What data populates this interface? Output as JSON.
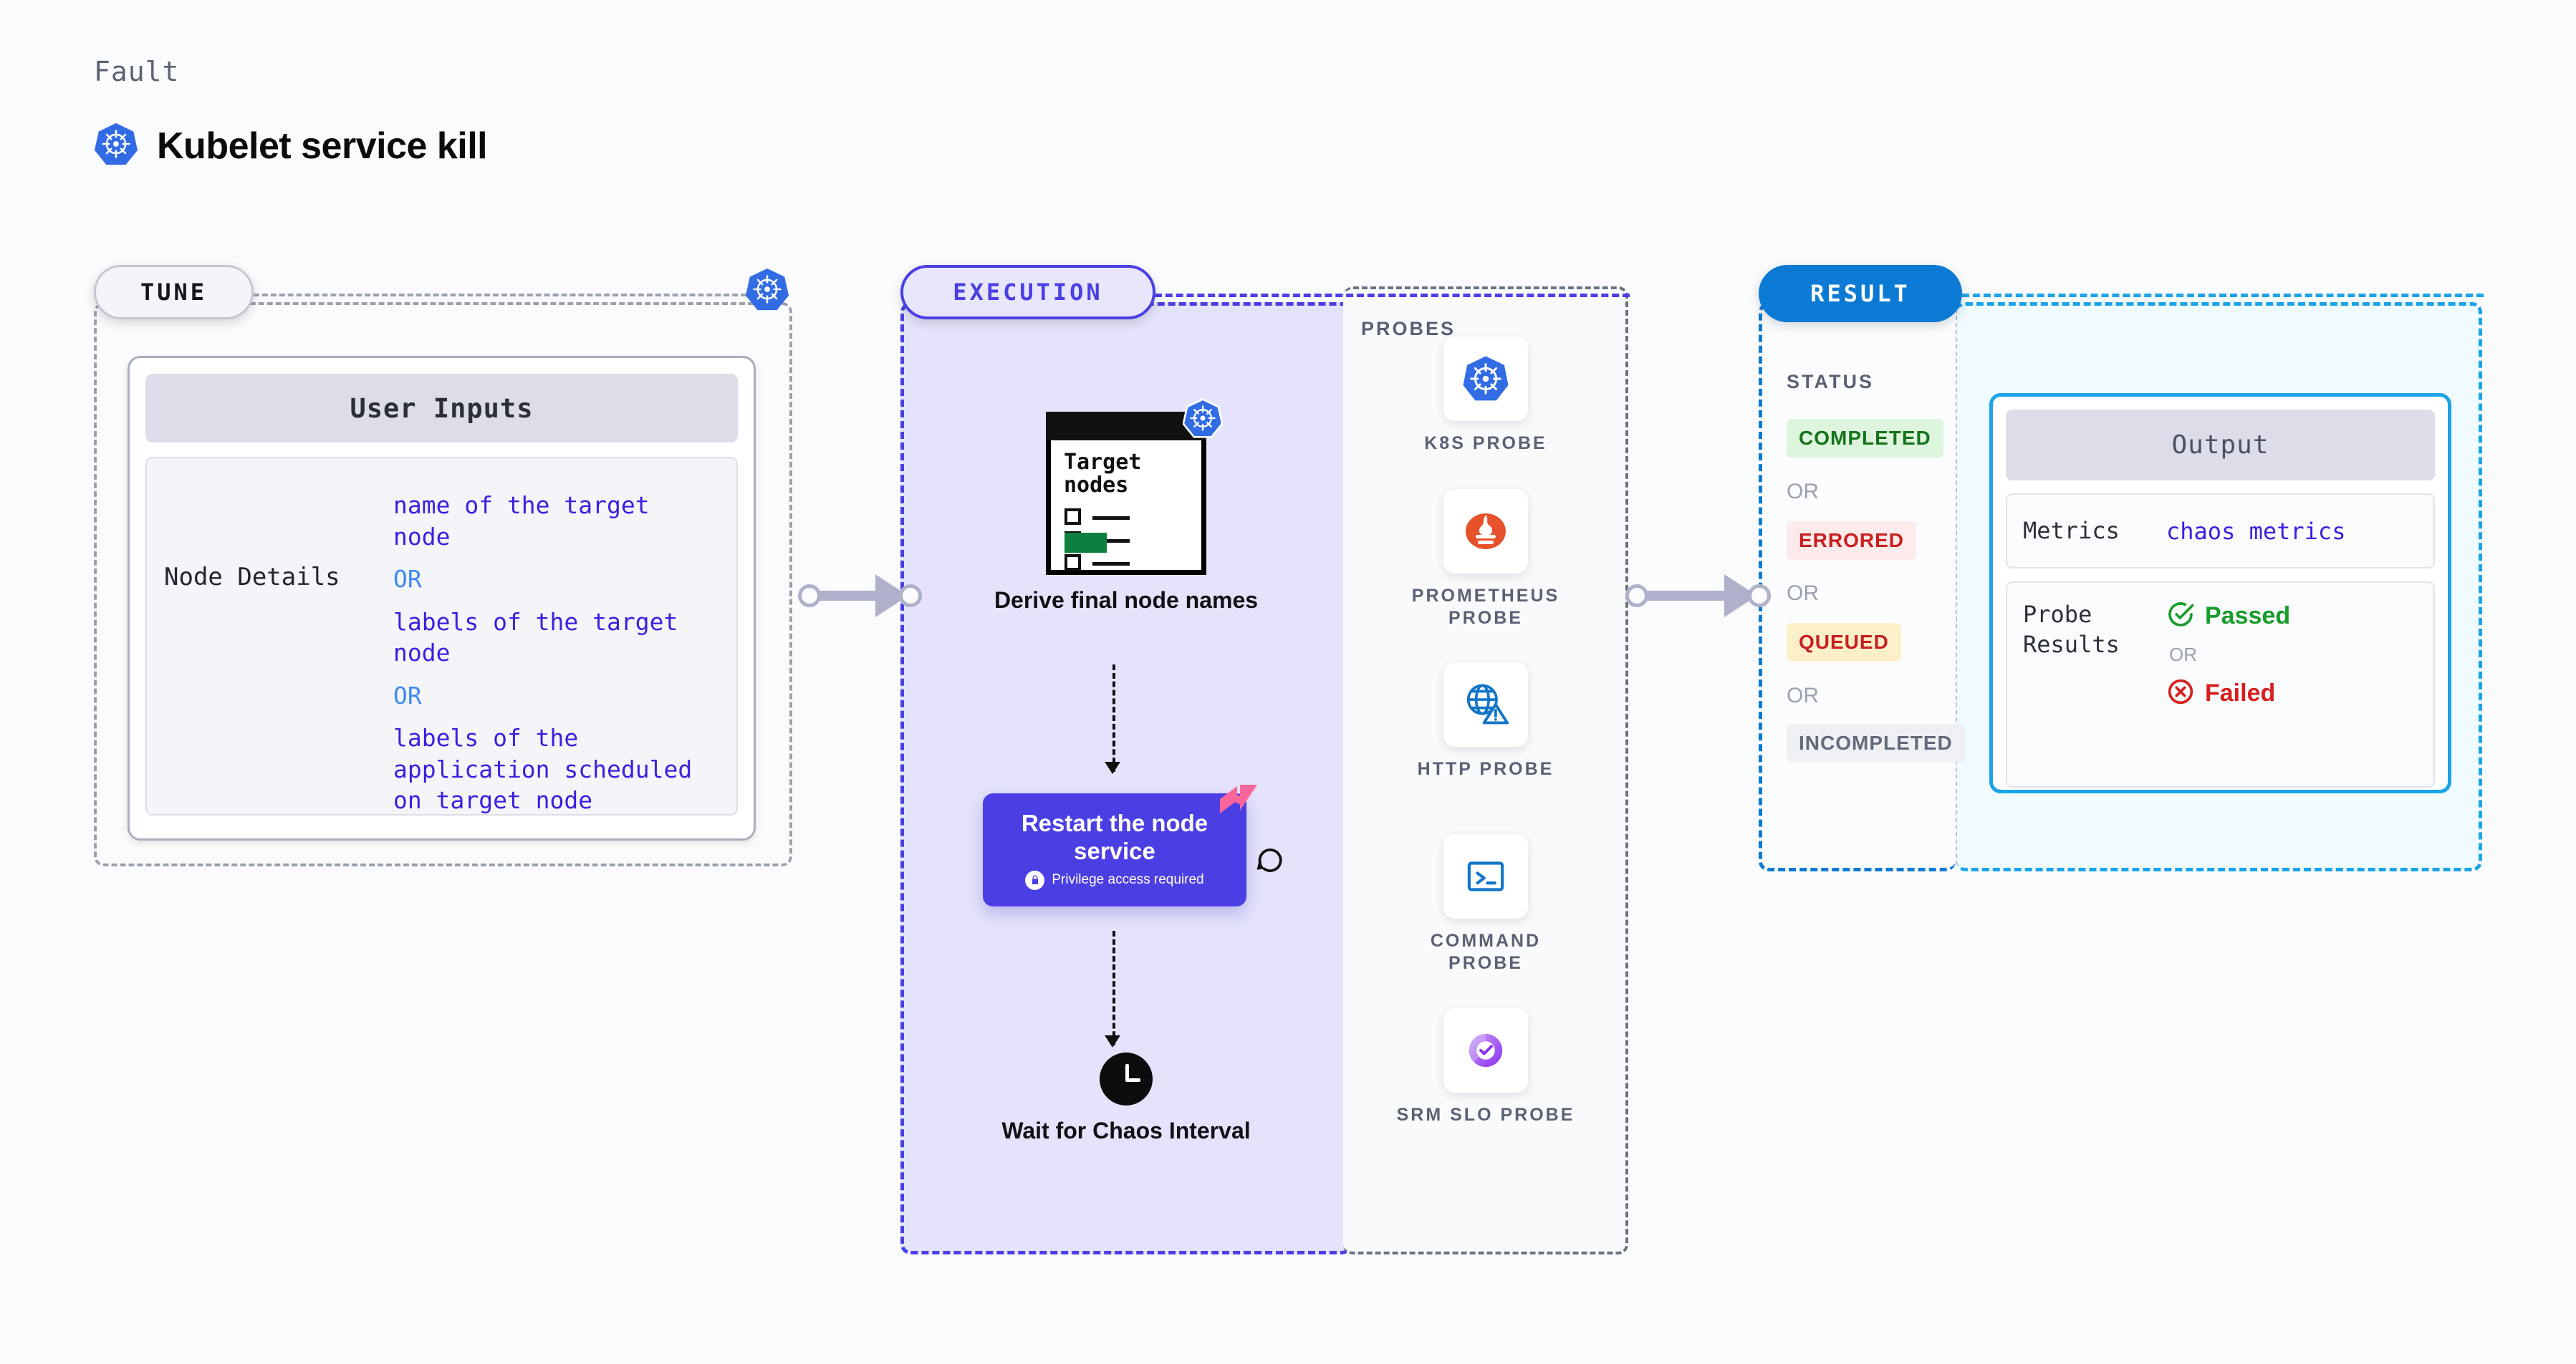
{
  "header": {
    "eyebrow": "Fault",
    "title": "Kubelet service kill",
    "icon": "kubernetes-icon"
  },
  "tune": {
    "pill_label": "TUNE",
    "badge_icon": "kubernetes-icon",
    "card": {
      "header": "User Inputs",
      "key": "Node Details",
      "values": [
        {
          "type": "value",
          "text": "name of the target node"
        },
        {
          "type": "or",
          "text": "OR"
        },
        {
          "type": "value",
          "text": "labels of the target node"
        },
        {
          "type": "or",
          "text": "OR"
        },
        {
          "type": "value",
          "text": "labels of the application scheduled on target node"
        }
      ]
    }
  },
  "execution": {
    "pill_label": "EXECUTION",
    "derive": {
      "doc_title": "Target nodes",
      "icon": "document-checklist-icon",
      "badge_icon": "kubernetes-icon",
      "caption": "Derive final node names"
    },
    "restart": {
      "title": "Restart the node service",
      "privilege_note": "Privilege access required",
      "lock_icon": "lock-icon",
      "corner_icon": "harness-logo-icon",
      "loop_icon": "refresh-loop-icon"
    },
    "wait": {
      "icon": "clock-icon",
      "caption": "Wait for Chaos Interval"
    }
  },
  "probes": {
    "title": "PROBES",
    "items": [
      {
        "label": "K8S PROBE",
        "icon": "kubernetes-icon"
      },
      {
        "label": "PROMETHEUS PROBE",
        "icon": "prometheus-icon"
      },
      {
        "label": "HTTP PROBE",
        "icon": "globe-warning-icon"
      },
      {
        "label": "COMMAND PROBE",
        "icon": "terminal-icon"
      },
      {
        "label": "SRM SLO PROBE",
        "icon": "srm-slo-icon"
      }
    ]
  },
  "result": {
    "pill_label": "RESULT",
    "status_title": "STATUS",
    "or_label": "OR",
    "statuses": [
      {
        "label": "COMPLETED",
        "bg": "#ddf5dd",
        "fg": "#16731d"
      },
      {
        "label": "ERRORED",
        "bg": "#fdeaea",
        "fg": "#c81f1f"
      },
      {
        "label": "QUEUED",
        "bg": "#fdf0c9",
        "fg": "#c81f1f"
      },
      {
        "label": "INCOMPLETED",
        "bg": "#eff0f4",
        "fg": "#636a7a"
      }
    ]
  },
  "output": {
    "header": "Output",
    "metrics_key": "Metrics",
    "metrics_value": "chaos metrics",
    "probe_results_key": "Probe Results",
    "passed_label": "Passed",
    "failed_label": "Failed",
    "or_label": "OR",
    "passed_icon": "check-circle-icon",
    "failed_icon": "x-circle-icon"
  },
  "colors": {
    "accent_purple": "#4b3fe4",
    "accent_blue": "#0b7ad4",
    "accent_cyan": "#1ba3e8",
    "k8s_blue": "#326ce5",
    "harness_pink": "#f9669c",
    "green": "#189c2a",
    "red": "#d81e1e"
  }
}
